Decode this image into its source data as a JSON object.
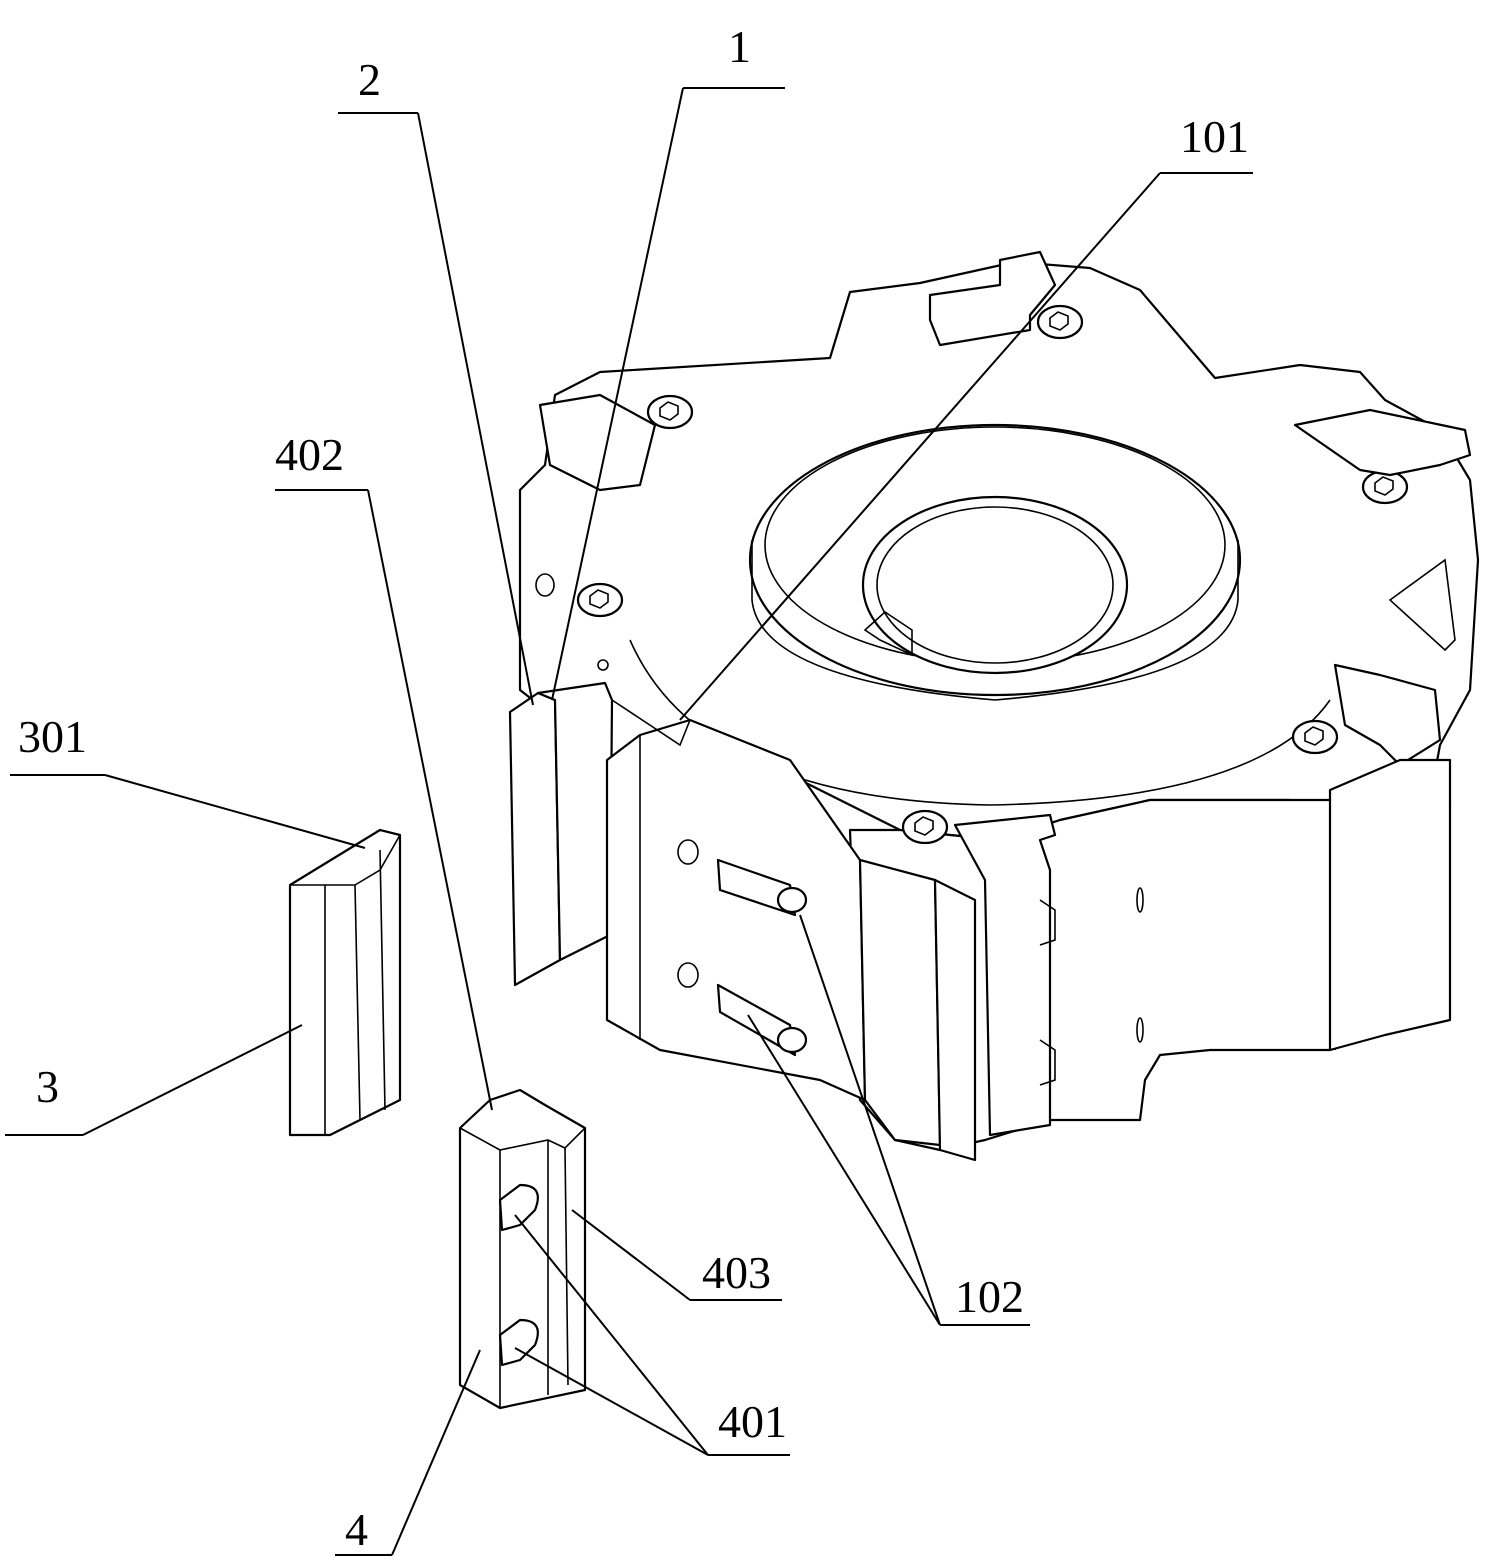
{
  "labels": {
    "l1": "1",
    "l2": "2",
    "l101": "101",
    "l402": "402",
    "l301": "301",
    "l3": "3",
    "l403": "403",
    "l102": "102",
    "l401": "401",
    "l4": "4"
  },
  "colors": {
    "line": "#000000",
    "background": "#ffffff"
  }
}
